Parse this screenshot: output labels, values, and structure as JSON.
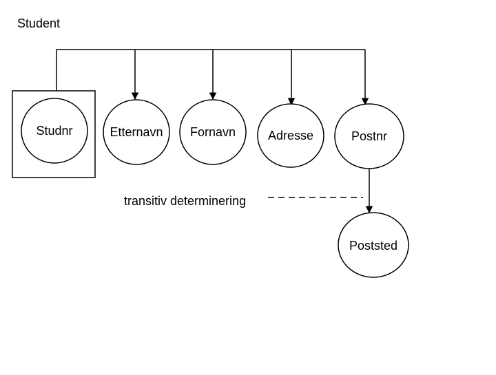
{
  "diagram": {
    "title": "Student",
    "key_attribute": "Studnr",
    "attributes": [
      "Etternavn",
      "Fornavn",
      "Adresse",
      "Postnr"
    ],
    "derived_attribute": "Poststed",
    "annotation": "transitiv determinering"
  },
  "colors": {
    "background": "#ffffff",
    "stroke": "#000000",
    "text": "#000000"
  }
}
